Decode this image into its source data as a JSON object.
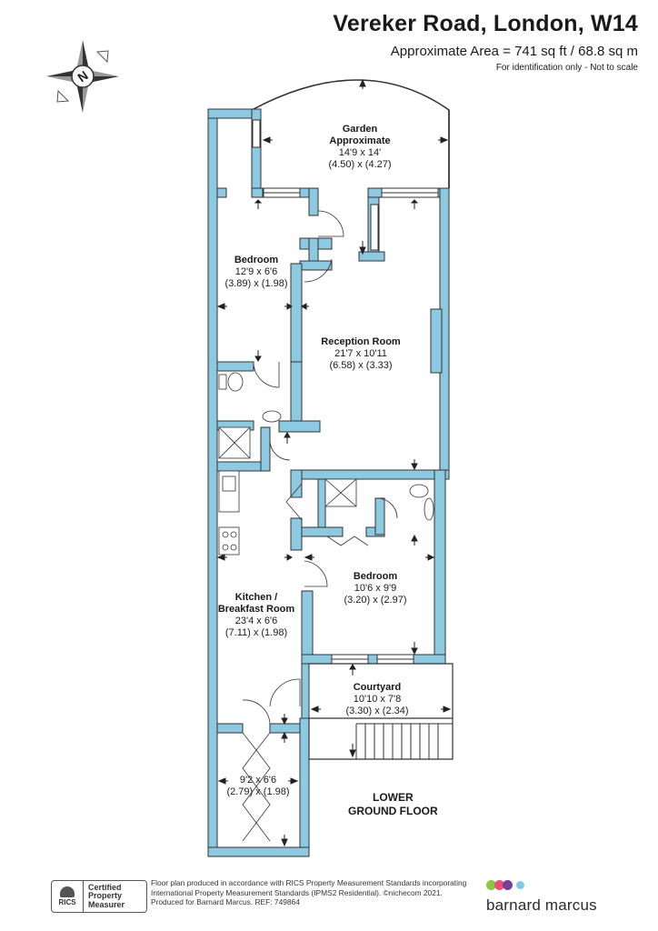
{
  "header": {
    "title": "Vereker Road, London, W14",
    "area": "Approximate Area = 741 sq ft / 68.8 sq m",
    "note": "For identification only - Not to scale"
  },
  "compass": {
    "label": "N"
  },
  "rooms": [
    {
      "id": "garden",
      "name_lines": [
        "Garden",
        "Approximate"
      ],
      "dims": [
        "14'9 x 14'",
        "(4.50) x (4.27)"
      ]
    },
    {
      "id": "bedroom-1",
      "name_lines": [
        "Bedroom"
      ],
      "dims": [
        "12'9 x 6'6",
        "(3.89) x (1.98)"
      ]
    },
    {
      "id": "reception",
      "name_lines": [
        "Reception Room"
      ],
      "dims": [
        "21'7 x 10'11",
        "(6.58) x (3.33)"
      ]
    },
    {
      "id": "bedroom-2",
      "name_lines": [
        "Bedroom"
      ],
      "dims": [
        "10'6 x 9'9",
        "(3.20) x (2.97)"
      ]
    },
    {
      "id": "kitchen",
      "name_lines": [
        "Kitchen /",
        "Breakfast Room"
      ],
      "dims": [
        "23'4 x 6'6",
        "(7.11) x (1.98)"
      ]
    },
    {
      "id": "courtyard",
      "name_lines": [
        "Courtyard"
      ],
      "dims": [
        "10'10 x 7'8",
        "(3.30) x (2.34)"
      ]
    },
    {
      "id": "store",
      "name_lines": [],
      "dims": [
        "9'2 x 6'6",
        "(2.79) x (1.98)"
      ]
    }
  ],
  "floor_label": [
    "LOWER",
    "GROUND FLOOR"
  ],
  "footer": {
    "rics_logo_text": "RICS",
    "rics_cert_lines": [
      "Certified",
      "Property",
      "Measurer"
    ],
    "text_lines": [
      "Floor plan produced in accordance with RICS Property Measurement Standards incorporating",
      "International Property Measurement Standards (IPMS2 Residential).  ©nichecom 2021.",
      "Produced for Barnard Marcus.   REF:  749864"
    ],
    "brand_name": "barnard marcus",
    "brand_colors": [
      "#8cc63f",
      "#e94e77",
      "#7b3f98",
      "#7fc8e8"
    ]
  },
  "colors": {
    "wall": "#8ec9e2",
    "line": "#333333"
  }
}
